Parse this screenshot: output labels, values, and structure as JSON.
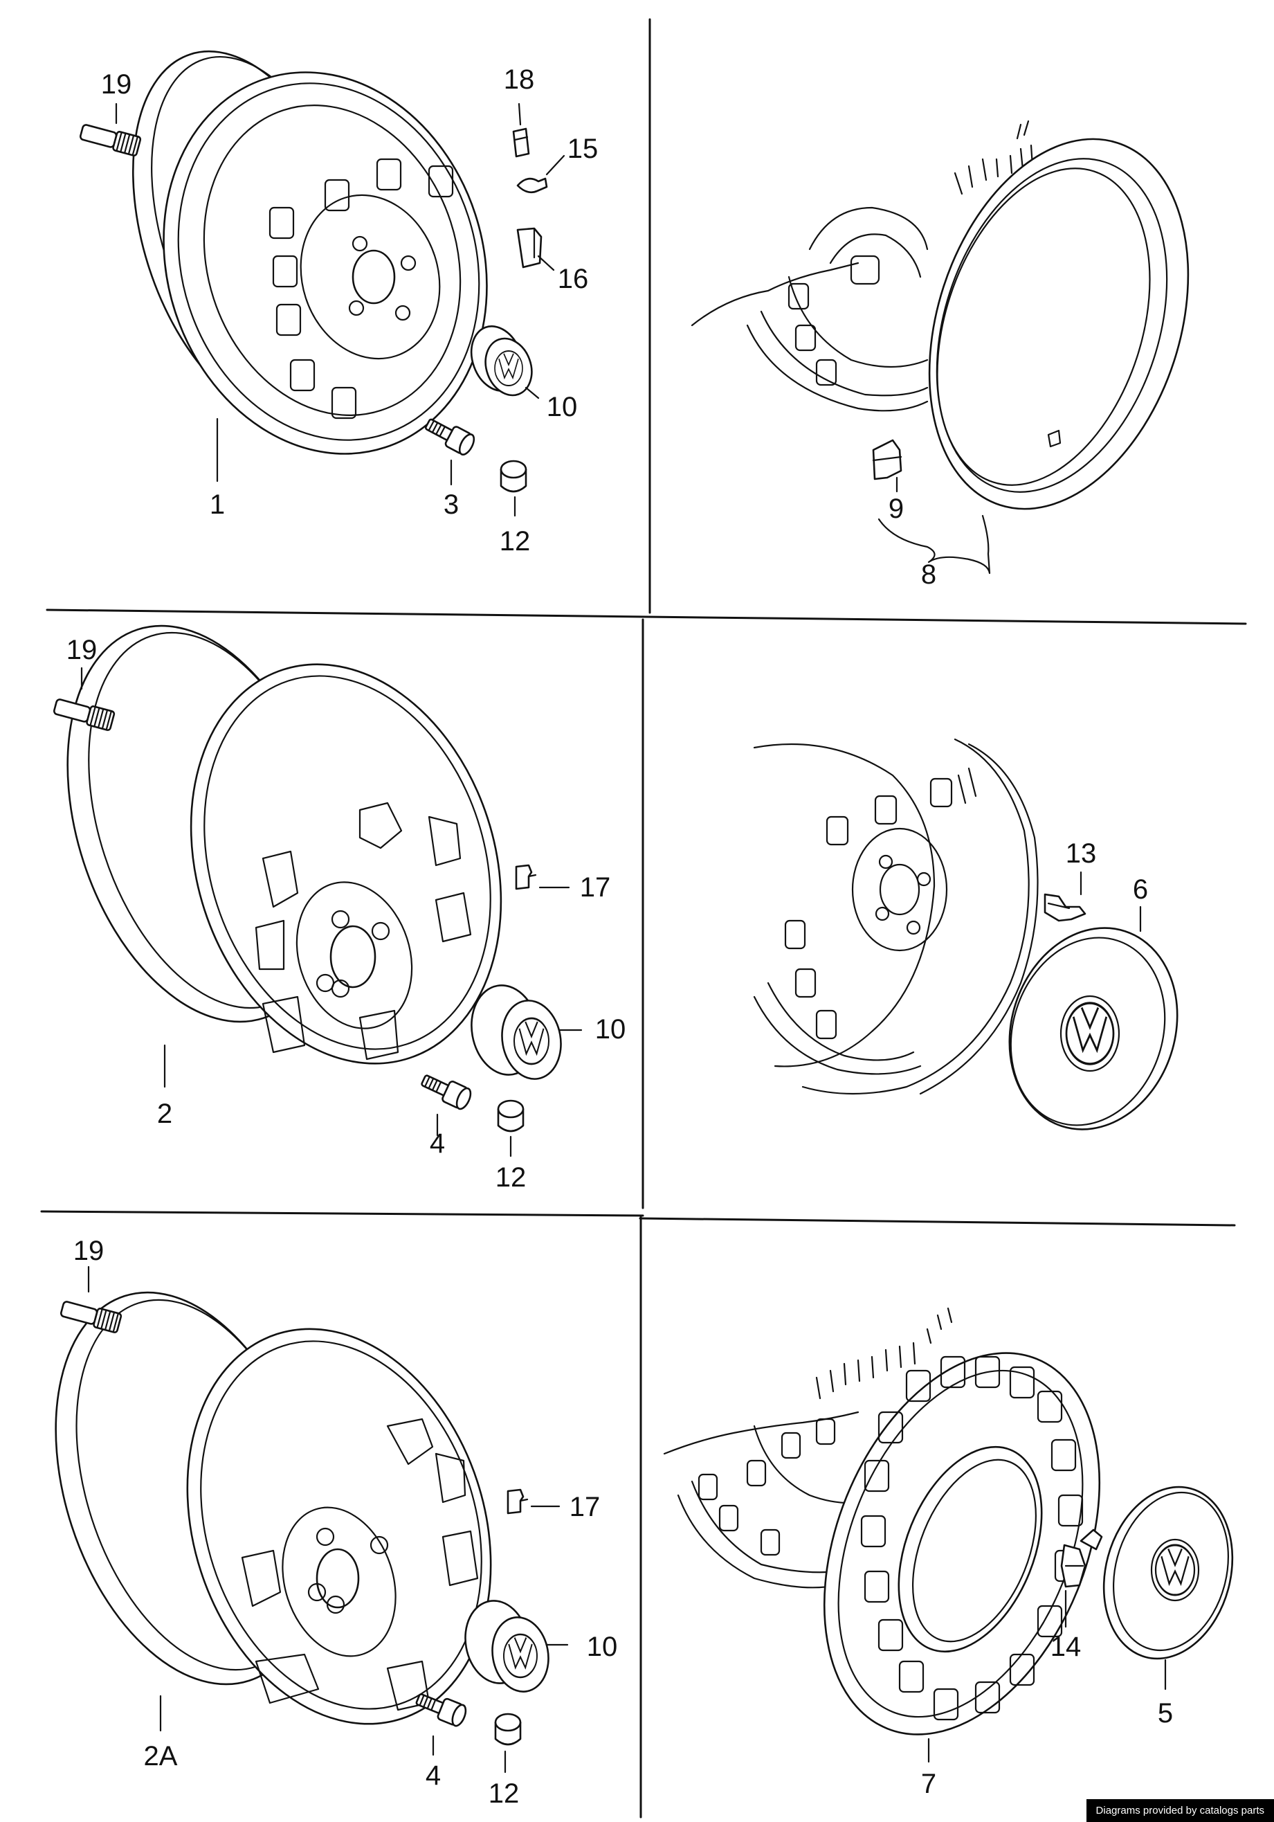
{
  "labels": {
    "p1": {
      "l19": "19",
      "l18": "18",
      "l15": "15",
      "l16": "16",
      "l10": "10",
      "l1": "1",
      "l3": "3",
      "l12": "12"
    },
    "p2": {
      "l9": "9",
      "l8": "8"
    },
    "p3": {
      "l19": "19",
      "l17": "17",
      "l10": "10",
      "l2": "2",
      "l4": "4",
      "l12": "12"
    },
    "p4": {
      "l13": "13",
      "l6": "6"
    },
    "p5": {
      "l19": "19",
      "l17": "17",
      "l10": "10",
      "l2a": "2A",
      "l4": "4",
      "l12": "12"
    },
    "p6": {
      "l14": "14",
      "l7": "7",
      "l5": "5"
    }
  },
  "footer": {
    "credit": "Diagrams provided by catalogs parts"
  }
}
